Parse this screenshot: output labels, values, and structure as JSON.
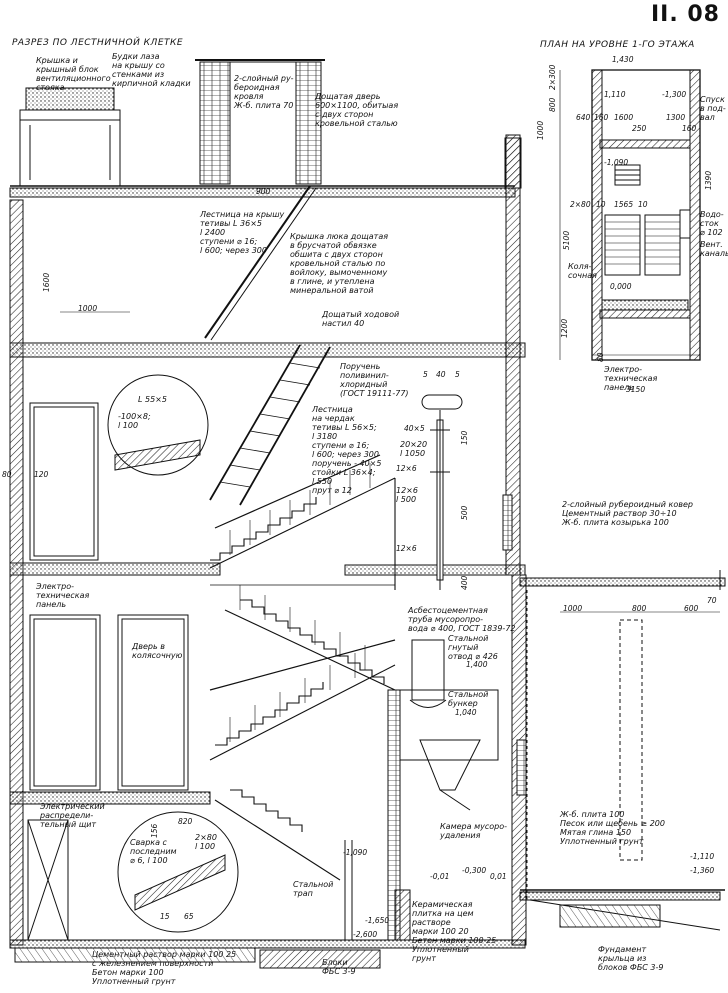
{
  "sheet_number": "II. 08",
  "section_title": "РАЗРЕЗ ПО ЛЕСТНИЧНОЙ КЛЕТКЕ",
  "plan_title": "ПЛАН НА УРОВНЕ 1-ГО ЭТАЖА",
  "callouts": {
    "vent_block": "Крышка и\nкрышный блок\nвентиляционного\nстояка",
    "roof_hatch_booth": "Будки лаза\nна крышу со\nстенками из\nкирпичной кладки",
    "roofing_2layer": "2-слойный ру-\nбероидная\nкровля\nЖ-б. плита 70",
    "wood_door": "Дощатая дверь\n600×1100, обитыая\nс двух сторон\nкровельной сталью",
    "roof_ladder": "Лестница на крышу\nтетивы L 36×5\nl 2400\nступени ⌀ 16;\nl 600; через 300",
    "hatch_cover": "Крышка люка дощатая\nв брусчатой обвязке\nобшита с двух сторон\nкровельной сталью по\nвойлоку, вымоченному\nв глине, и утеплена\nминеральной ватой",
    "walkway": "Дощатый ходовой\nнастил 40",
    "handrail": "Поручень\nполивинил-\nхлоридный\n(ГОСТ 19111-77)",
    "attic_ladder": "Лестница\nна чердак\nтетивы L 56×5;\nl 3180\nступени ⌀ 16;\nl 600; через 300\nпоручень - 40×5\nстойки L 36×4;\nl 550\nпрут ⌀ 12",
    "detail_angle": "L 55×5",
    "detail_plate": "-100×8;\nl 100",
    "electro_panel": "Электро-\nтехническая\nпанель",
    "door_stroller": "Дверь в\nколясочную",
    "asbestos_pipe": "Асбестоцементная\nтруба мусоропро-\nвода ⌀ 400, ГОСТ 1839-72",
    "steel_branch": "Стальной\nгнутый\nотвод ⌀ 426",
    "steel_bunker": "Стальной\nбункер",
    "canopy_roof": "2-слойный рубероидный ковер\nЦементный раствор 30÷10\nЖ-б. плита козырька 100",
    "floor_layers": "Ж-б. плита 100\nПесок или щебень ≥ 200\nМятая глина 150\nУплотненный грунт",
    "refuse_chamber": "Камера мусоро-\nудаления",
    "electric_board": "Электрический\nраспредели-\nтельный щит",
    "weld_detail": "Сварка с\nпоследним\n⌀ 6, l 100",
    "steel_ladder": "Стальной\nтрап",
    "ceramic_tile": "Керамическая\nплитка на цем\nрастворе\nмарки 100   20\nБетон марки 100   25\nУплотненный\nгрунт",
    "cement_mortar": "Цементный раствор марки 100  25\nс железнением поверхности\nБетон марки 100\nУплотненный грунт",
    "blocks": "Блоки\nФБС 3-9",
    "foundation": "Фундамент\nкрыльца из\nблоков ФБС 3-9",
    "plan_stroller": "Коля-\nсочная",
    "plan_electro": "Электро-\nтехническая\nпанель",
    "plan_vodostok": "Водо-\nсток\n⌀ 102",
    "plan_vent": "Вент.\nканалы",
    "plan_spusk": "Спуск\nв под-\nвал"
  },
  "dimensions": {
    "d900": "900",
    "d1000": "1000",
    "d1600": "1600",
    "d80": "80",
    "d120": "120",
    "d5a": "5",
    "d40": "40",
    "d5b": "5",
    "d150": "150",
    "d500": "500",
    "d400": "400",
    "d20x20": "20×20\nl 1050",
    "d40x5": "40×5",
    "d12x6a": "12×6",
    "d12x6b": "12×6\nl 500",
    "d12x6c": "12×6",
    "c1000": "1000",
    "c800": "800",
    "c600": "600",
    "c70": "70",
    "e1400": "1,400",
    "e1040": "1,040",
    "e1090": "-1,090",
    "e1110": "-1,110",
    "e1360": "-1,360",
    "e0010": "-0,01",
    "e0300": "-0,300",
    "e0010b": "0,01",
    "e2600": "-2,600",
    "e1650": "-1,650",
    "p1430": "1,430",
    "p2x300": "2×300",
    "p800": "800",
    "p1000": "1000",
    "p1110": "1,110",
    "p1300": "-1,300",
    "p640": "640",
    "p160a": "160",
    "p1600": "1600",
    "p1300b": "1300",
    "p250": "250",
    "p160b": "160",
    "p1090": "-1,090",
    "p2x80": "2×80",
    "p10": "10",
    "p1565": "1565",
    "p10b": "10",
    "p5100": "5100",
    "p1390": "1390",
    "p0000": "0,000",
    "p1200": "1200",
    "p80": "80",
    "p3150": "3150",
    "p15": "15",
    "p65": "65",
    "p820": "820",
    "p156": "156",
    "p2x80b": "2×80\nl 100"
  }
}
